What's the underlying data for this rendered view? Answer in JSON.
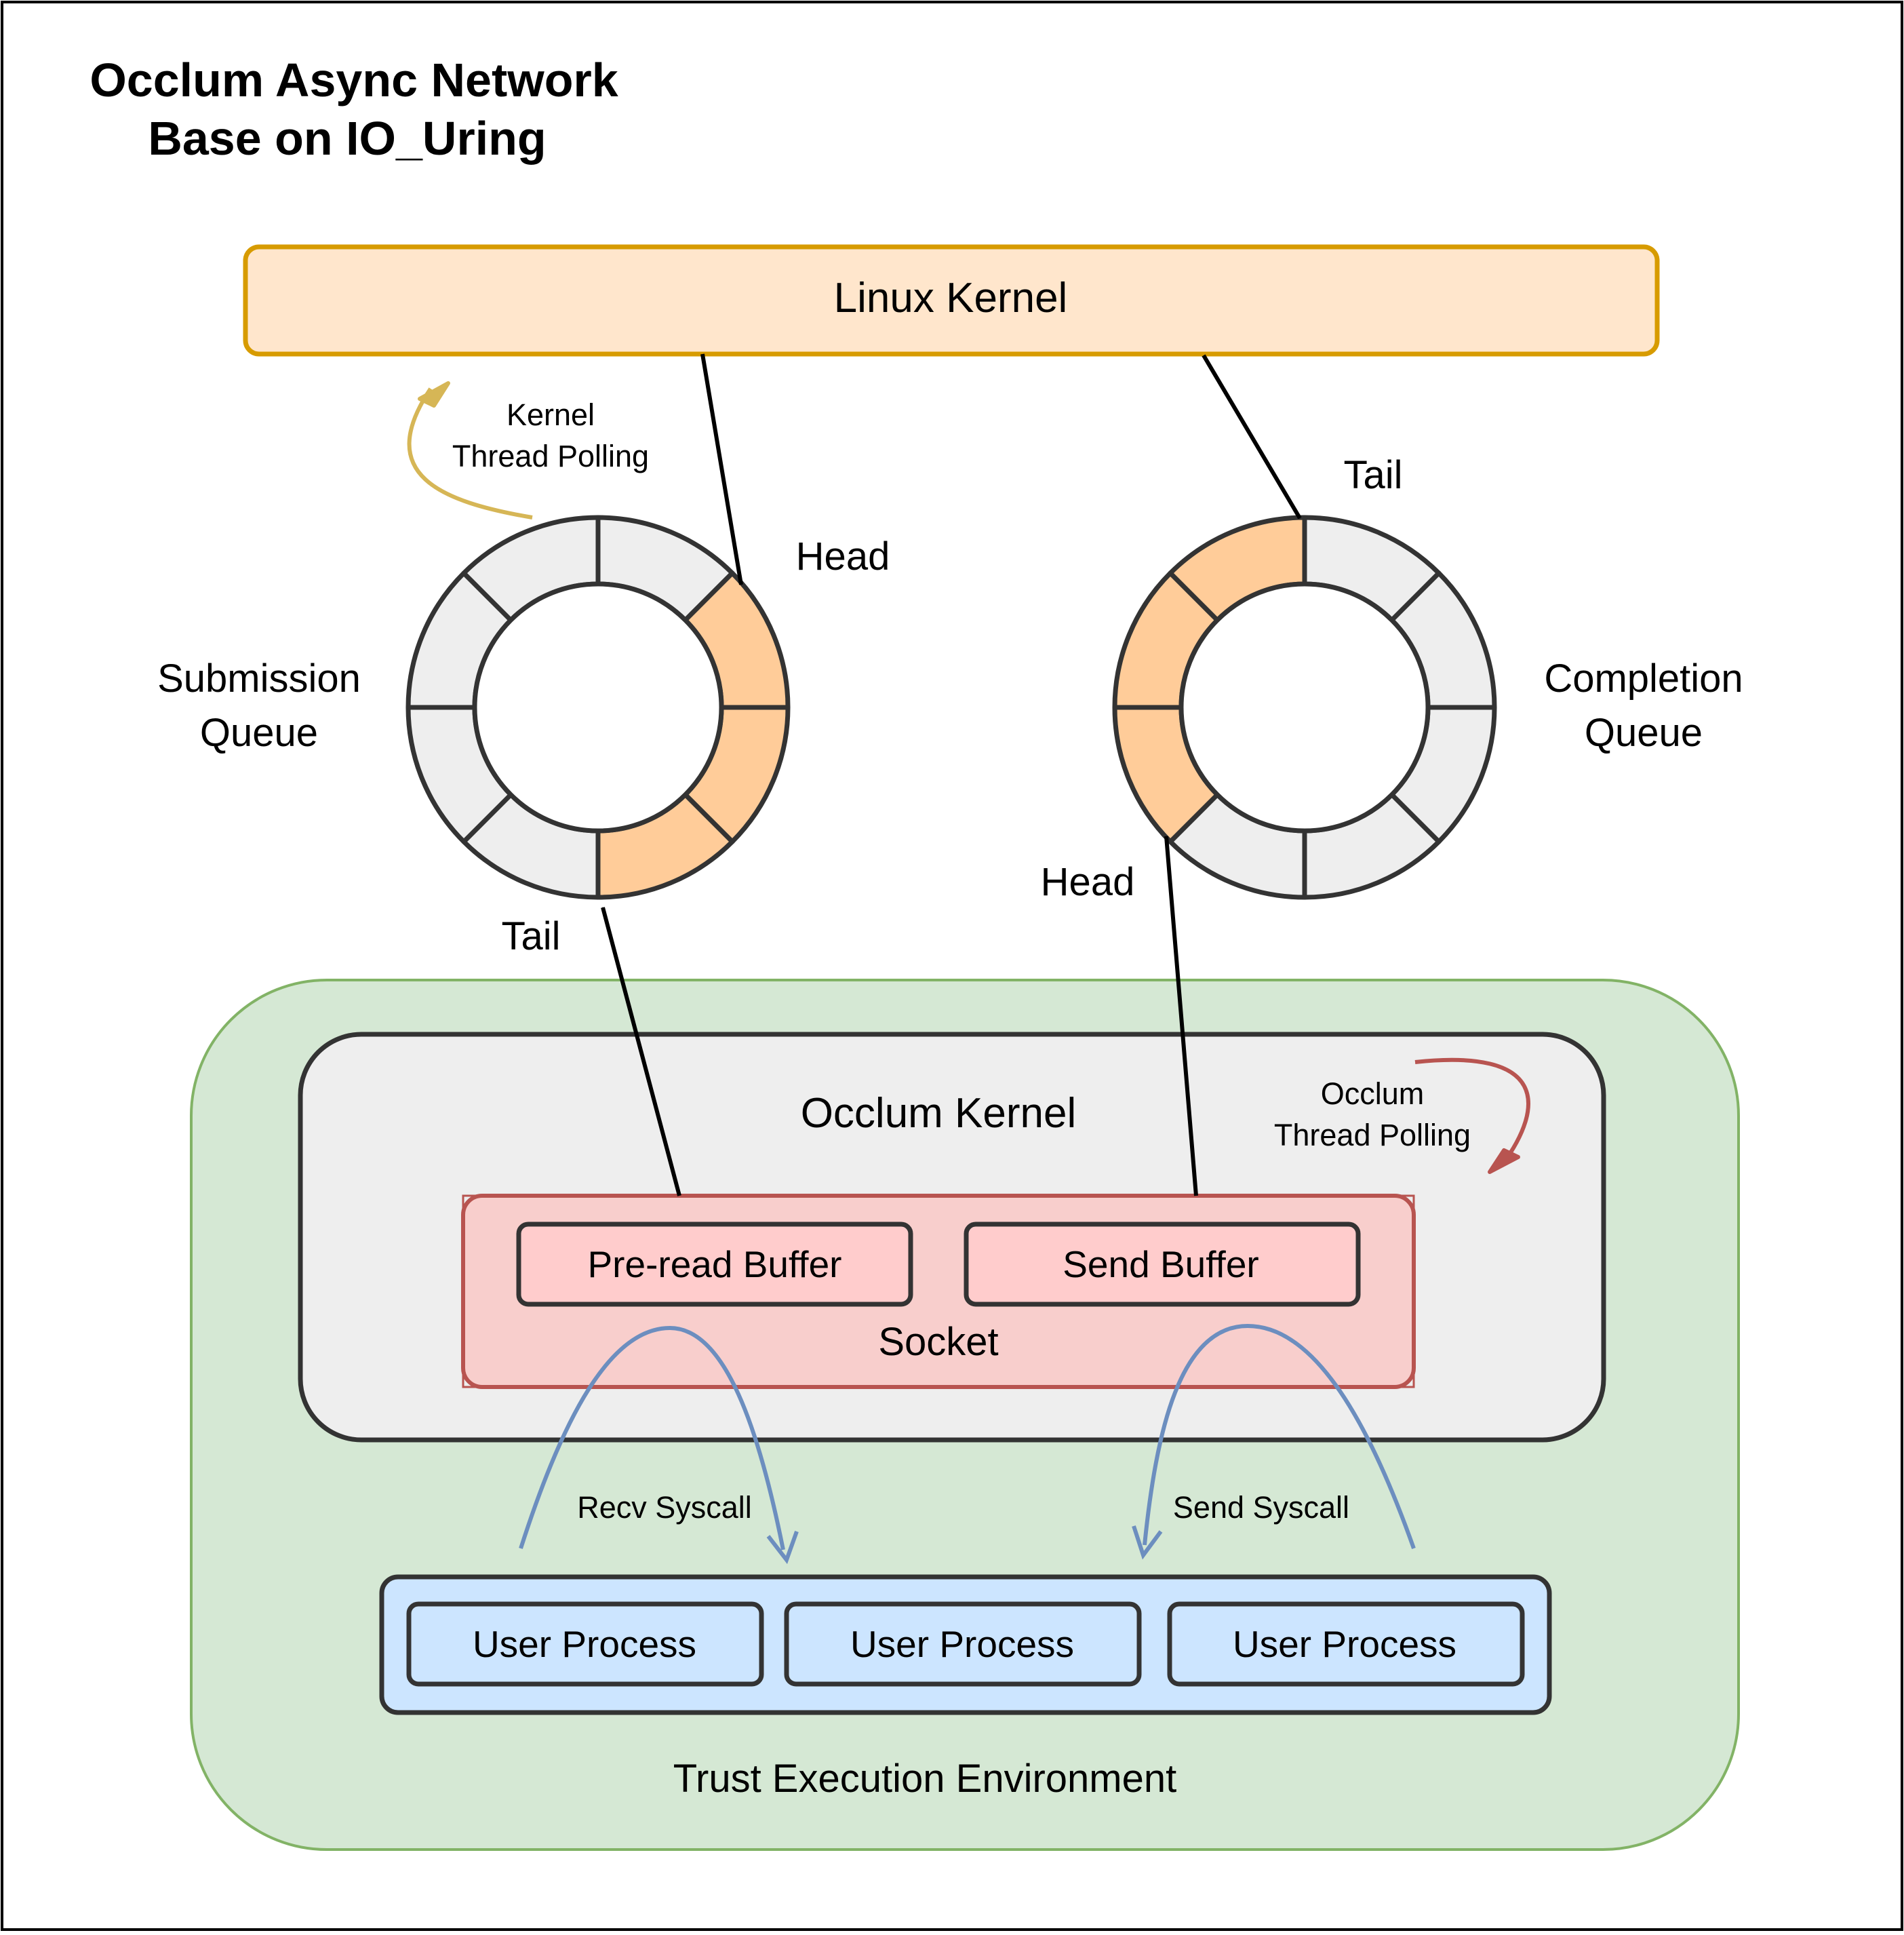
{
  "title": {
    "line1": "Occlum Async Network",
    "line2": "Base on IO_Uring"
  },
  "linux_kernel": {
    "label": "Linux Kernel"
  },
  "kernel_polling": {
    "line1": "Kernel",
    "line2": "Thread Polling"
  },
  "submission_queue": {
    "line1": "Submission",
    "line2": "Queue",
    "head_label": "Head",
    "tail_label": "Tail"
  },
  "completion_queue": {
    "line1": "Completion",
    "line2": "Queue",
    "head_label": "Head",
    "tail_label": "Tail"
  },
  "occlum_kernel": {
    "label": "Occlum Kernel"
  },
  "occlum_polling": {
    "line1": "Occlum",
    "line2": "Thread Polling"
  },
  "socket": {
    "label": "Socket",
    "preread_label": "Pre-read Buffer",
    "send_label": "Send Buffer"
  },
  "recv_syscall": {
    "label": "Recv Syscall"
  },
  "send_syscall": {
    "label": "Send Syscall"
  },
  "user_processes": [
    {
      "label": "User Process"
    },
    {
      "label": "User Process"
    },
    {
      "label": "User Process"
    }
  ],
  "tee": {
    "label": "Trust Execution Environment"
  },
  "colors": {
    "ring_filled": "#ffcc99",
    "ring_empty": "#eeeeee",
    "kernel_fill": "#ffe6cc",
    "kernel_stroke": "#d79b00",
    "tee_fill": "#d5e8d4",
    "tee_stroke": "#82b366",
    "socket_fill": "#f8cecc",
    "socket_stroke": "#b85450",
    "buffer_fill": "#ffcccc",
    "process_fill": "#cce5ff",
    "syscall_arrow": "#6c8ebf",
    "kernel_poll_arrow": "#d6b656",
    "occlum_poll_arrow": "#b85450"
  }
}
